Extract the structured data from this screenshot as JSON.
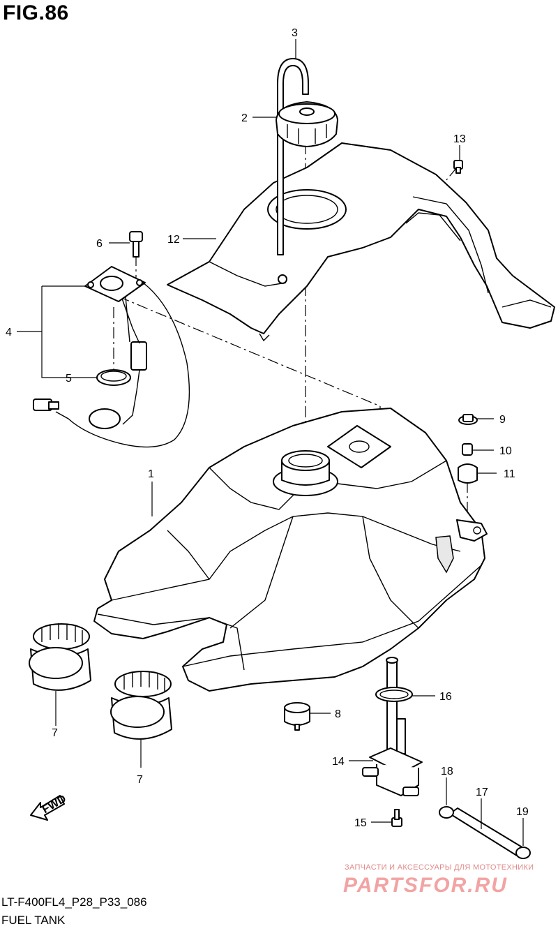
{
  "figure": {
    "title": "FIG.86",
    "code": "LT-F400FL4_P28_P33_086",
    "name": "FUEL TANK",
    "fwd_label": "FWD"
  },
  "callouts": {
    "p1": "1",
    "p2": "2",
    "p3": "3",
    "p4": "4",
    "p5": "5",
    "p6": "6",
    "p7a": "7",
    "p7b": "7",
    "p8": "8",
    "p9": "9",
    "p10": "10",
    "p11": "11",
    "p12": "12",
    "p13": "13",
    "p14": "14",
    "p15": "15",
    "p16": "16",
    "p17": "17",
    "p18": "18",
    "p19": "19"
  },
  "watermark": {
    "tagline": "ЗАПЧАСТИ И АКСЕССУАРЫ ДЛЯ МОТОТЕХНИКИ",
    "logo": "PARTSFOR.RU",
    "color": "#f2a3a3"
  }
}
